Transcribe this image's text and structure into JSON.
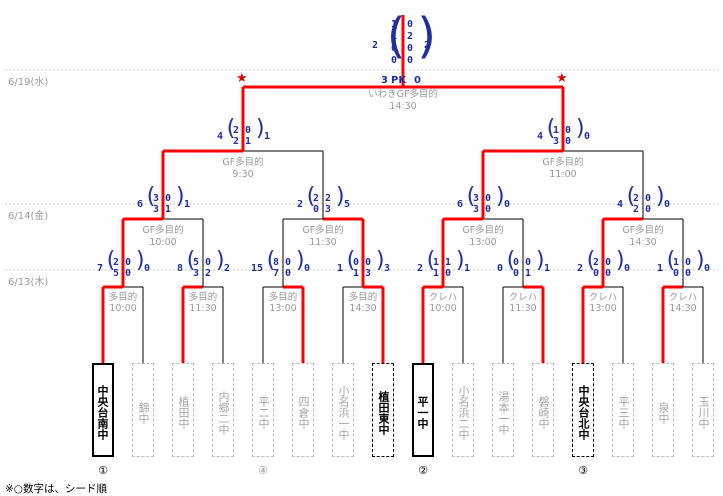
{
  "dates": [
    "6/19(水)",
    "6/14(金)",
    "6/13(木)"
  ],
  "round1": [
    {
      "venue": "多目的",
      "time": "10:00",
      "a": "7",
      "b": "0",
      "g1": [
        "2",
        "0"
      ],
      "g2": [
        "5",
        "0"
      ]
    },
    {
      "venue": "多目的",
      "time": "11:30",
      "a": "8",
      "b": "2",
      "g1": [
        "5",
        "0"
      ],
      "g2": [
        "3",
        "2"
      ]
    },
    {
      "venue": "多目的",
      "time": "13:00",
      "a": "15",
      "b": "0",
      "g1": [
        "8",
        "0"
      ],
      "g2": [
        "7",
        "0"
      ]
    },
    {
      "venue": "多目的",
      "time": "14:30",
      "a": "1",
      "b": "3",
      "g1": [
        "0",
        "0"
      ],
      "g2": [
        "1",
        "3"
      ]
    },
    {
      "venue": "クレハ",
      "time": "10:00",
      "a": "2",
      "b": "1",
      "g1": [
        "1",
        "1"
      ],
      "g2": [
        "1",
        "0"
      ]
    },
    {
      "venue": "クレハ",
      "time": "11:30",
      "a": "0",
      "b": "1",
      "g1": [
        "0",
        "0"
      ],
      "g2": [
        "0",
        "1"
      ]
    },
    {
      "venue": "クレハ",
      "time": "13:00",
      "a": "2",
      "b": "0",
      "g1": [
        "2",
        "0"
      ],
      "g2": [
        "0",
        "0"
      ]
    },
    {
      "venue": "クレハ",
      "time": "14:30",
      "a": "1",
      "b": "0",
      "g1": [
        "1",
        "0"
      ],
      "g2": [
        "0",
        "0"
      ]
    }
  ],
  "round2": [
    {
      "venue": "GF多目的",
      "time": "10:00",
      "a": "6",
      "b": "1",
      "g1": [
        "3",
        "0"
      ],
      "g2": [
        "3",
        "1"
      ]
    },
    {
      "venue": "GF多目的",
      "time": "11:30",
      "a": "2",
      "b": "5",
      "g1": [
        "2",
        "2"
      ],
      "g2": [
        "0",
        "3"
      ]
    },
    {
      "venue": "GF多目的",
      "time": "13:00",
      "a": "6",
      "b": "0",
      "g1": [
        "3",
        "0"
      ],
      "g2": [
        "3",
        "0"
      ]
    },
    {
      "venue": "GF多目的",
      "time": "14:30",
      "a": "4",
      "b": "0",
      "g1": [
        "2",
        "0"
      ],
      "g2": [
        "2",
        "0"
      ]
    }
  ],
  "semis": [
    {
      "venue": "GF多目的",
      "time": "9:30",
      "a": "4",
      "b": "1",
      "g1": [
        "2",
        "0"
      ],
      "g2": [
        "2",
        "1"
      ]
    },
    {
      "venue": "GF多目的",
      "time": "11:00",
      "a": "4",
      "b": "0",
      "g1": [
        "1",
        "0"
      ],
      "g2": [
        "3",
        "0"
      ]
    }
  ],
  "final": {
    "venue": "いわきGF多目的",
    "time": "14:30",
    "a": "2",
    "b": "2",
    "rows": [
      [
        "1",
        "0"
      ],
      [
        "1",
        "2"
      ],
      [
        "0",
        "0"
      ],
      [
        "0",
        "0"
      ]
    ],
    "pk": {
      "a": "3",
      "label": "PK",
      "b": "0"
    }
  },
  "teams": [
    "中央台南中",
    "錦中",
    "植田中",
    "内郷二中",
    "平二中",
    "四倉中",
    "小名浜一中",
    "植田東中",
    "平一中",
    "小名浜二中",
    "湯本一中",
    "磐崎中",
    "中央台北中",
    "平三中",
    "泉中",
    "玉川中"
  ],
  "seeds": [
    "①",
    "④",
    "②",
    "③"
  ],
  "footnote": "※○数字は、シード順",
  "colors": {
    "win": "#ff0000",
    "lose": "#000000",
    "score": "#1f2fa0",
    "muted": "#9a9a9a"
  }
}
